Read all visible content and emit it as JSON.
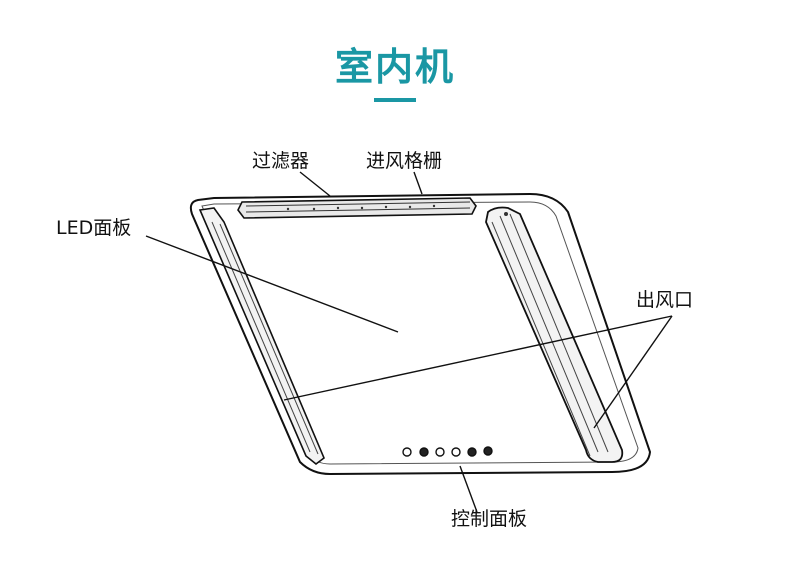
{
  "title": "室内机",
  "labels": {
    "filter": "过滤器",
    "intake_grille": "进风格栅",
    "led_panel": "LED面板",
    "air_outlet": "出风口",
    "control_panel": "控制面板"
  },
  "colors": {
    "accent": "#1a97a4",
    "line": "#111111"
  }
}
